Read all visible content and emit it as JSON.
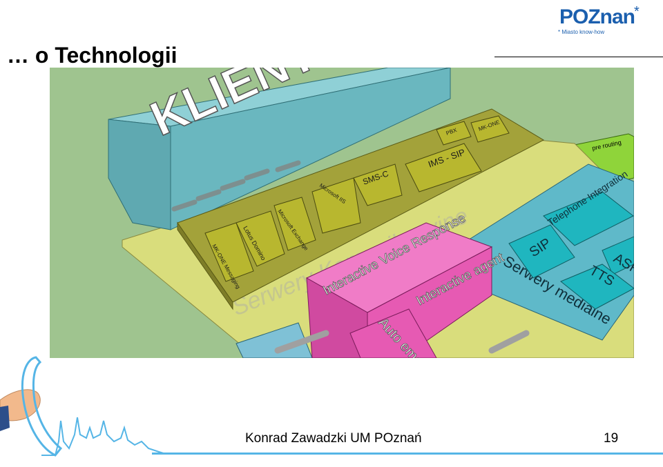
{
  "slide": {
    "title": "… o Technologii",
    "author": "Konrad Zawadzki UM POznań",
    "page_number": "19"
  },
  "logo": {
    "text": "POZnan",
    "star": "*",
    "tagline": "* Miasto know-how",
    "color": "#1b5fae"
  },
  "scene": {
    "top_block": "KLIENT",
    "base_label": "Serwery Komunikacyjne",
    "media_label": "Serwery medialne",
    "green_box": "pre routing",
    "ivr": "Interactive Voice Response",
    "agent": "Interactive agent",
    "auto_email": "Auto email",
    "modules": {
      "mk_one_messaging": "MK-ONE Messaging",
      "lotus_domino": "Lotus Domino",
      "ms_exchange": "Microsoft Exchange",
      "ms_iis": "Microsoft IIS",
      "sms_c": "SMS-C",
      "ims_sip": "IMS - SIP",
      "pbx": "PBX",
      "mk_one": "MK-ONE"
    },
    "media_modules": {
      "telephone_integration": "Telephone Integration",
      "sip": "SIP",
      "asr": "ASR",
      "tts": "TTS"
    },
    "colors": {
      "background": "#9fc48f",
      "klient": "#6ab7bf",
      "base": "#d9dd7c",
      "servers": "#a3a23a",
      "pink": "#e65ab3",
      "media": "#5fb9c9",
      "teal": "#1fb6bf",
      "green": "#8fd43a"
    }
  },
  "footer": {
    "line_color": "#55b5e6"
  }
}
